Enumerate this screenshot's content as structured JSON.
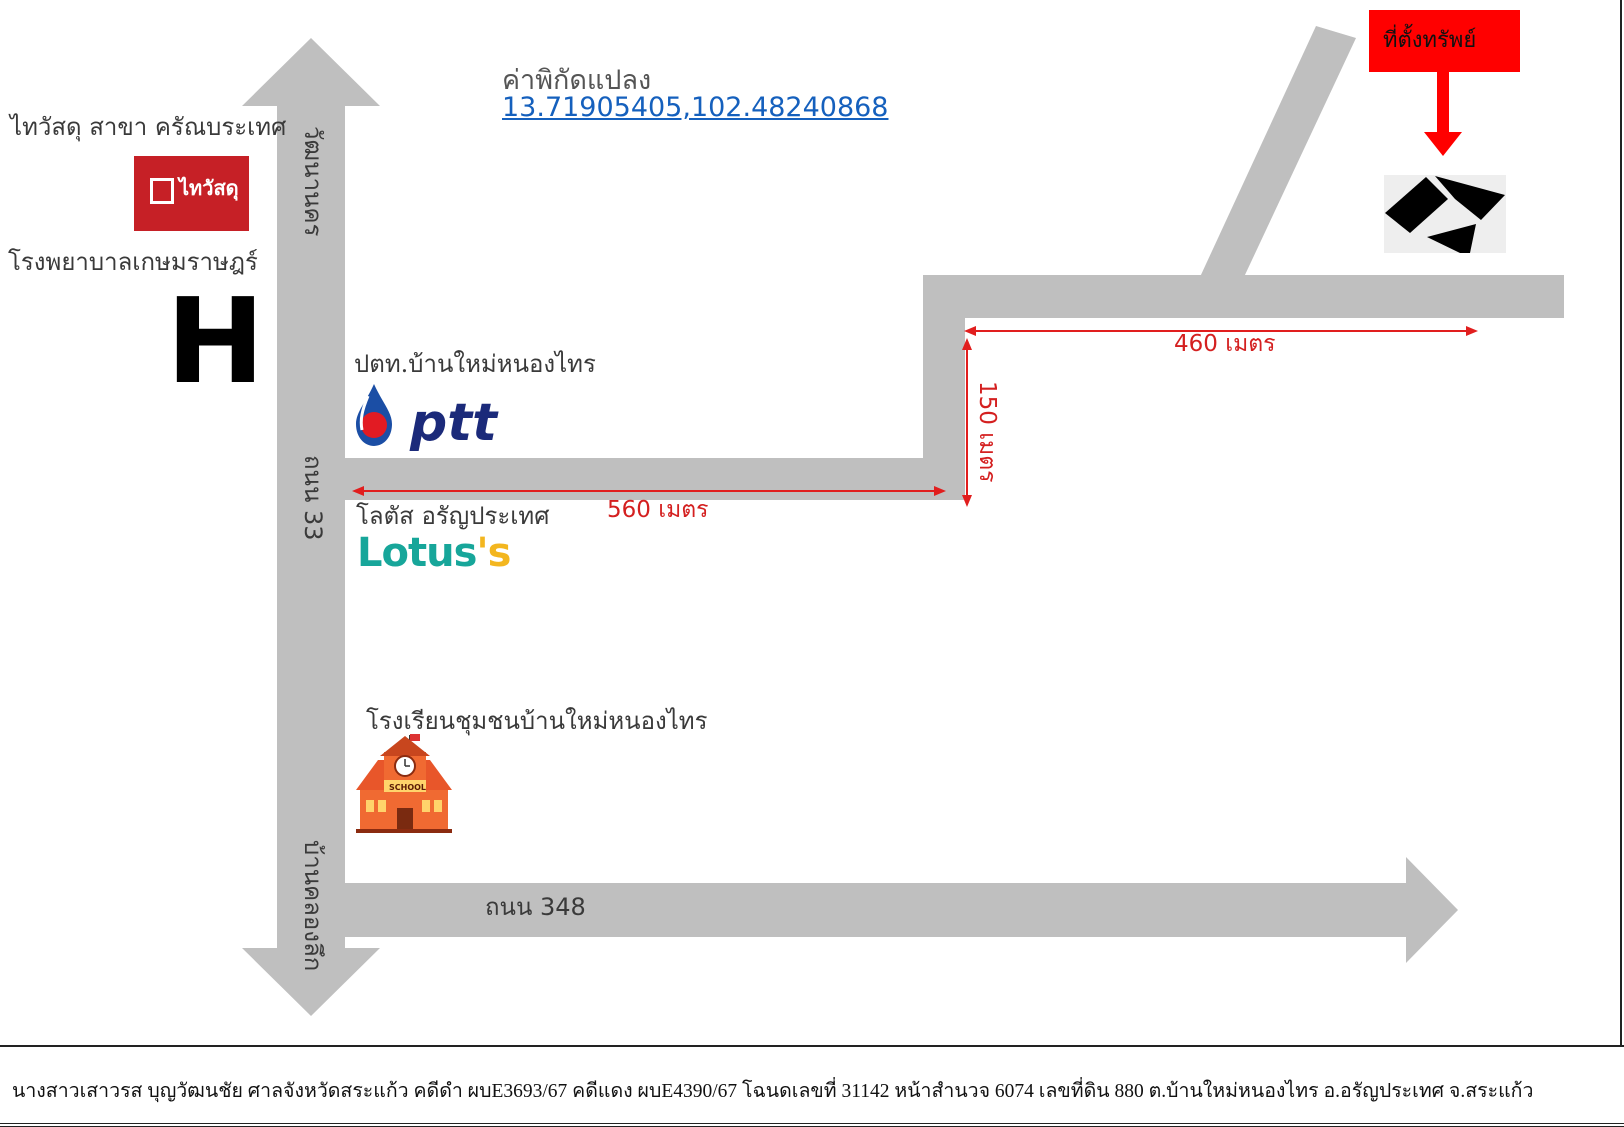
{
  "coordinates": {
    "title": "ค่าพิกัดแปลง",
    "value": "13.71905405,102.48240868"
  },
  "property_marker": {
    "label": "ที่ตั้งทรัพย์",
    "color": "#ff0000"
  },
  "roads": {
    "main_north_label": "วัฒนานคร",
    "main_mid_label": "ถนน 33",
    "main_south_label": "บ้านคลองลึก",
    "bottom_label": "ถนน 348",
    "road_color": "#bfbfbf"
  },
  "distances": {
    "segment_1": "560 เมตร",
    "segment_2": "150 เมตร",
    "segment_3": "460 เมตร",
    "color": "#d42020"
  },
  "landmarks": {
    "thaiwatsadu": {
      "name": "ไทวัสดุ สาขา ครัณบระเทศ",
      "logo_text": "ไทวัสดุ",
      "logo_color": "#c62026"
    },
    "hospital": {
      "name": "โรงพยาบาลเกษมราษฎร์",
      "symbol": "H"
    },
    "ptt": {
      "name": "ปตท.บ้านใหม่หนองไทร",
      "logo_text": "ptt",
      "logo_color": "#1b2a7a"
    },
    "lotus": {
      "name": "โลตัส อรัญประเทศ",
      "logo_text": "Lotus",
      "logo_suffix": "'s",
      "logo_color": "#17a69a",
      "logo_suffix_color": "#f3b61f"
    },
    "school": {
      "name": "โรงเรียนชุมชนบ้านใหม่หนองไทร",
      "sign_text": "SCHOOL"
    }
  },
  "footer": {
    "text": "นางสาวเสาวรส  บุญวัฒนชัย ศาลจังหวัดสระแก้ว คดีดำ ผบE3693/67  คดีแดง ผบE4390/67  โฉนดเลขที่ 31142  หน้าสำนวจ 6074  เลขที่ดิน 880 ต.บ้านใหม่หนองไทร  อ.อรัญประเทศ  จ.สระแก้ว"
  }
}
